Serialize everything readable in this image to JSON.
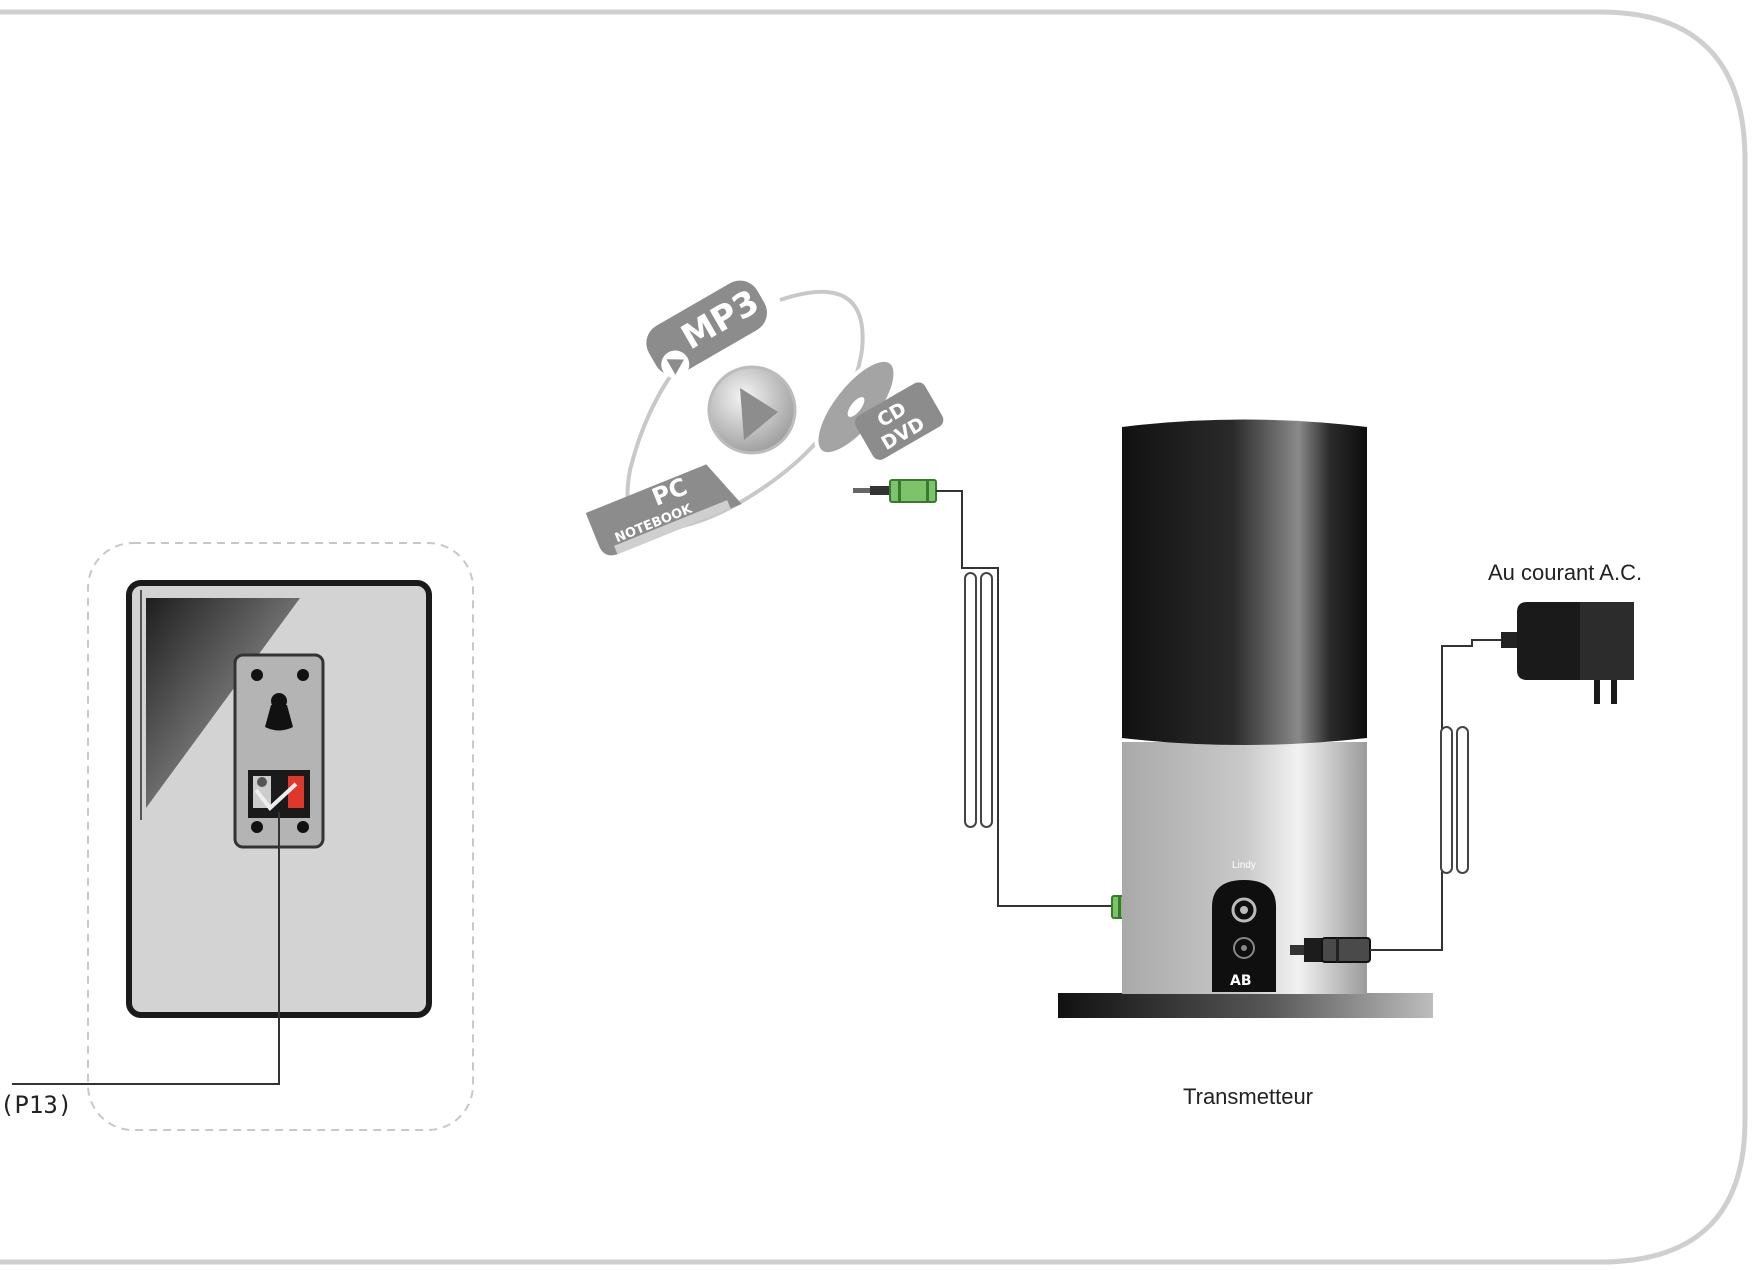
{
  "labels": {
    "page_ref": "(P13)",
    "ac_label": "Au courant A.C.",
    "transmitter_label": "Transmetteur"
  },
  "source_logo": {
    "mp3": "MP3",
    "cd_line1": "CD",
    "cd_line2": "DVD",
    "pc_line1": "PC",
    "pc_line2": "NOTEBOOK"
  },
  "device_marks": {
    "brand": "Lindy",
    "ports_mark": "AB"
  },
  "colors": {
    "jack_green": "#7cc46a",
    "frame_gray": "#cfcfcf",
    "dark_body": "#1b1b1b",
    "terminal_red": "#e0372b"
  }
}
